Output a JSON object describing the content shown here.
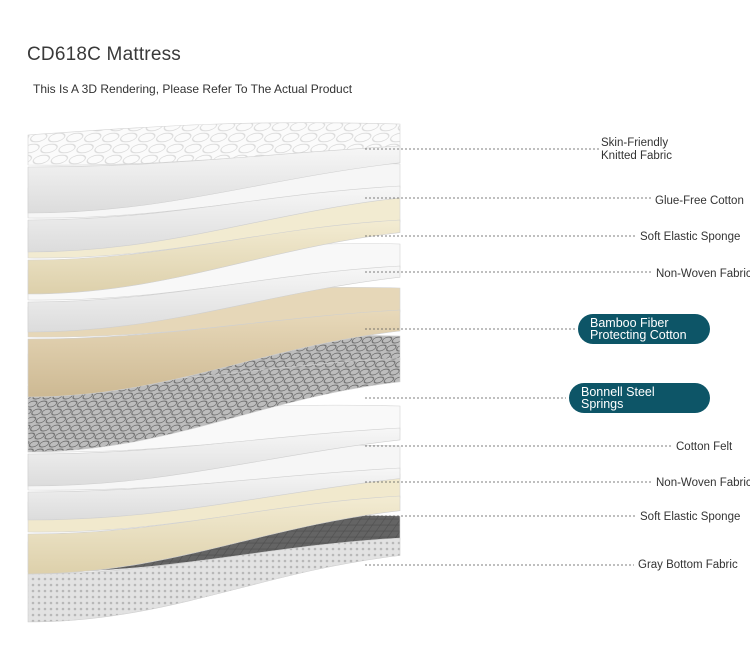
{
  "header": {
    "title": "CD618C Mattress",
    "subtitle": "This Is A 3D Rendering, Please Refer To The Actual Product"
  },
  "layers": [
    {
      "name": "skin-friendly-knitted-fabric",
      "lines": [
        "Skin-Friendly",
        "Knitted Fabric"
      ],
      "highlight": false
    },
    {
      "name": "glue-free-cotton",
      "lines": [
        "Glue-Free Cotton"
      ],
      "highlight": false
    },
    {
      "name": "soft-elastic-sponge-top",
      "lines": [
        "Soft Elastic Sponge"
      ],
      "highlight": false
    },
    {
      "name": "non-woven-fabric-top",
      "lines": [
        "Non-Woven Fabric"
      ],
      "highlight": false
    },
    {
      "name": "bamboo-fiber-protecting-cotton",
      "lines": [
        "Bamboo Fiber",
        "Protecting Cotton"
      ],
      "highlight": true
    },
    {
      "name": "bonnell-steel-springs",
      "lines": [
        "Bonnell Steel",
        "Springs"
      ],
      "highlight": true
    },
    {
      "name": "cotton-felt",
      "lines": [
        "Cotton Felt"
      ],
      "highlight": false
    },
    {
      "name": "non-woven-fabric-bottom",
      "lines": [
        "Non-Woven Fabric"
      ],
      "highlight": false
    },
    {
      "name": "soft-elastic-sponge-bottom",
      "lines": [
        "Soft Elastic Sponge"
      ],
      "highlight": false
    },
    {
      "name": "gray-bottom-fabric",
      "lines": [
        "Gray Bottom Fabric"
      ],
      "highlight": false
    }
  ],
  "colors": {
    "accent": "#0d5567",
    "sponge": "#efe7cc",
    "bamboo": "#e3d3b2",
    "white_layer": "#f3f3f3",
    "spring": "#8c8c8c",
    "bottom_fabric": "#5e5e5e"
  }
}
